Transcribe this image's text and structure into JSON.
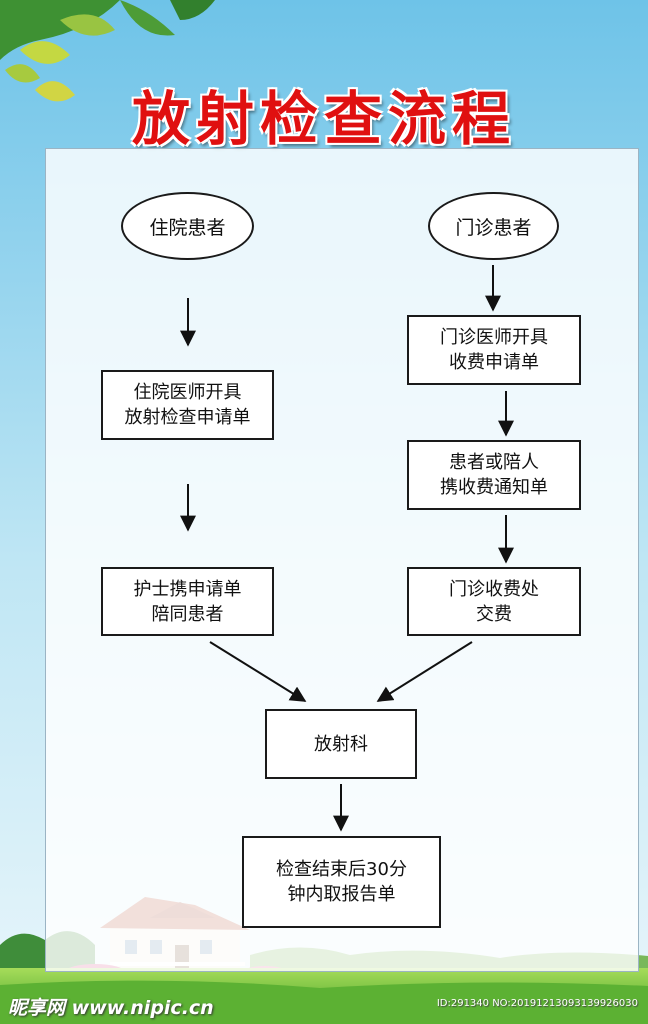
{
  "title": "放射检查流程",
  "nodes": {
    "inpatient": "住院患者",
    "outpatient": "门诊患者",
    "inpatient_doctor": "住院医师开具\n放射检查申请单",
    "nurse_escort": "护士携申请单\n陪同患者",
    "outpatient_doctor": "门诊医师开具\n收费申请单",
    "carry_notice": "患者或陪人\n携收费通知单",
    "payment": "门诊收费处\n交费",
    "radiology": "放射科",
    "pickup_report": "检查结束后30分\n钟内取报告单"
  },
  "watermark": {
    "site": "昵享网 www.nipic.cn",
    "id_line": "ID:291340 NO:20191213093139926030"
  },
  "colors": {
    "title": "#e01010",
    "sky": "#8fd0ea",
    "grass": "#6cbf3a"
  }
}
